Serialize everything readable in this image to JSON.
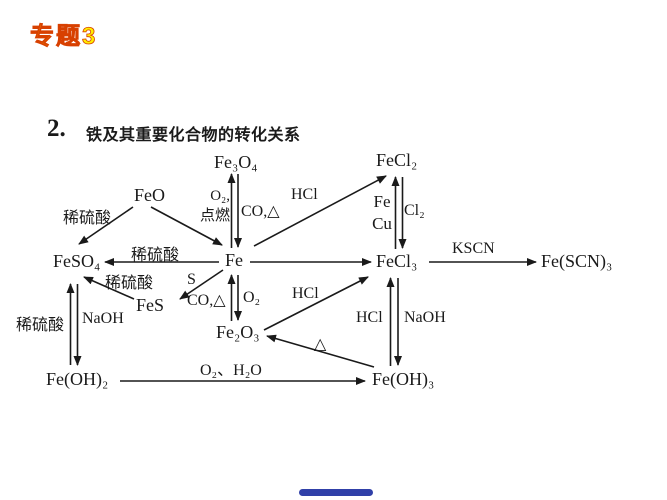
{
  "slide": {
    "badge": "专题3",
    "heading": {
      "number": "2.",
      "text": "铁及其重要化合物的转化关系"
    },
    "colors": {
      "badge_fill": "#ffee00",
      "badge_outline": "#d84000",
      "ink": "#1a1a1a",
      "progress_bar": "#3040a8"
    }
  },
  "diagram": {
    "nodes": {
      "fe3o4": "Fe₃O₄",
      "fecl2": "FeCl₂",
      "feo": "FeO",
      "feso4": "FeSO₄",
      "fe": "Fe",
      "fecl3": "FeCl₃",
      "fescn3": "Fe(SCN)₃",
      "fes": "FeS",
      "fe2o3": "Fe₂O₃",
      "feoh2": "Fe(OH)₂",
      "feoh3": "Fe(OH)₃"
    },
    "labels": {
      "h2so4_feo_feso4": "稀硫酸",
      "o2_line1": "O₂,",
      "ignite_line2": "点燃",
      "co_delta_upper": "CO,△",
      "hcl_fe_fecl2": "HCl",
      "fe_reductant": "Fe",
      "cu_reductant": "Cu",
      "cl2": "Cl₂",
      "h2so4_fe_feso4": "稀硫酸",
      "kscn": "KSCN",
      "h2so4_fes_feso4": "稀硫酸",
      "s_nonmetal": "S",
      "co_delta_lower": "CO,△",
      "o2_lower": "O₂",
      "hcl_fe2o3_fecl3": "HCl",
      "h2so4_feoh2_feso4": "稀硫酸",
      "naoh_feso4_feoh2": "NaOH",
      "hcl_feoh3_fecl3": "HCl",
      "naoh_fecl3_feoh3": "NaOH",
      "delta_heat": "△",
      "o2_h2o": "O₂、H₂O"
    }
  }
}
